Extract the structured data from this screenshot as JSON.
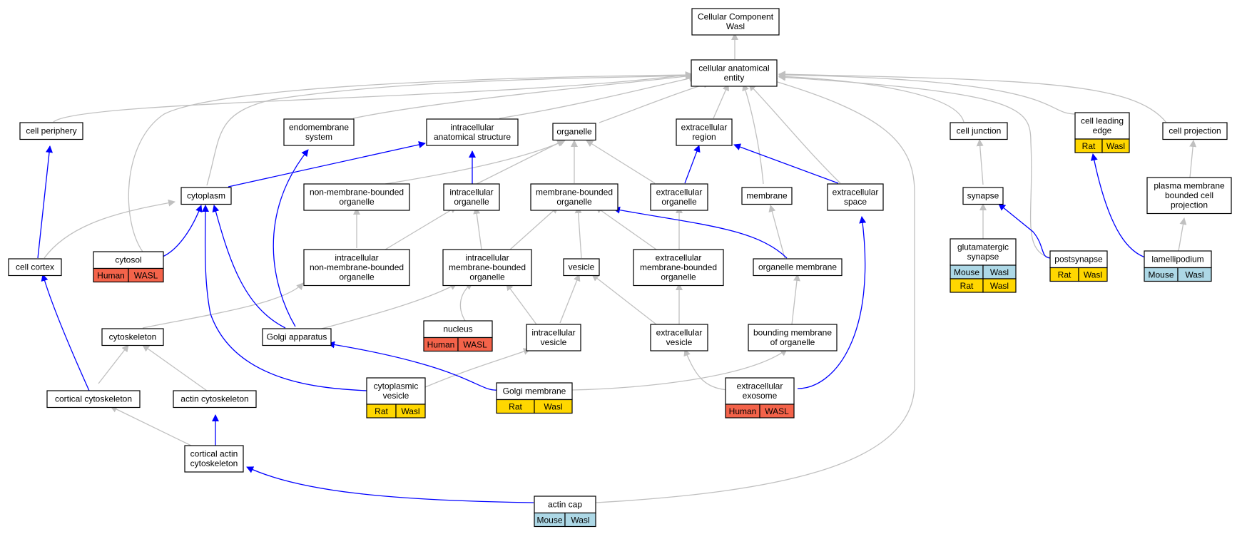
{
  "colors": {
    "grey_edge": "#c0c0c0",
    "blue_edge": "#0000ff",
    "human": "#f4634a",
    "rat": "#ffd700",
    "mouse": "#add8e6"
  },
  "nodes": {
    "root": {
      "lines": [
        "Cellular Component",
        "Wasl"
      ]
    },
    "cae": {
      "lines": [
        "cellular anatomical",
        "entity"
      ]
    },
    "cper": {
      "lines": [
        "cell periphery"
      ]
    },
    "endo": {
      "lines": [
        "endomembrane",
        "system"
      ]
    },
    "ias": {
      "lines": [
        "intracellular",
        "anatomical structure"
      ]
    },
    "org": {
      "lines": [
        "organelle"
      ]
    },
    "exreg": {
      "lines": [
        "extracellular",
        "region"
      ]
    },
    "cjunc": {
      "lines": [
        "cell junction"
      ]
    },
    "cle": {
      "lines": [
        "cell leading",
        "edge"
      ],
      "species": [
        [
          "Rat",
          "rat"
        ],
        [
          "Wasl",
          "rat"
        ]
      ]
    },
    "cproj": {
      "lines": [
        "cell projection"
      ]
    },
    "cyto": {
      "lines": [
        "cytoplasm"
      ]
    },
    "nmbo": {
      "lines": [
        "non-membrane-bounded",
        "organelle"
      ]
    },
    "io": {
      "lines": [
        "intracellular",
        "organelle"
      ]
    },
    "mbo": {
      "lines": [
        "membrane-bounded",
        "organelle"
      ]
    },
    "exo": {
      "lines": [
        "extracellular",
        "organelle"
      ]
    },
    "mem": {
      "lines": [
        "membrane"
      ]
    },
    "exsp": {
      "lines": [
        "extracellular",
        "space"
      ]
    },
    "syn": {
      "lines": [
        "synapse"
      ]
    },
    "pmbcp": {
      "lines": [
        "plasma membrane",
        "bounded cell",
        "projection"
      ]
    },
    "ccor": {
      "lines": [
        "cell cortex"
      ]
    },
    "cytosol": {
      "lines": [
        "cytosol"
      ],
      "species": [
        [
          "Human",
          "human"
        ],
        [
          "WASL",
          "human"
        ]
      ]
    },
    "inmbo": {
      "lines": [
        "intracellular",
        "non-membrane-bounded",
        "organelle"
      ]
    },
    "imbo": {
      "lines": [
        "intracellular",
        "membrane-bounded",
        "organelle"
      ]
    },
    "ves": {
      "lines": [
        "vesicle"
      ]
    },
    "exmbo": {
      "lines": [
        "extracellular",
        "membrane-bounded",
        "organelle"
      ]
    },
    "orgmem": {
      "lines": [
        "organelle membrane"
      ]
    },
    "glut": {
      "lines": [
        "glutamatergic",
        "synapse"
      ],
      "species": [
        [
          "Mouse",
          "mouse"
        ],
        [
          "Wasl",
          "mouse"
        ],
        [
          "Rat",
          "rat"
        ],
        [
          "Wasl",
          "rat"
        ]
      ]
    },
    "postsyn": {
      "lines": [
        "postsynapse"
      ],
      "species": [
        [
          "Rat",
          "rat"
        ],
        [
          "Wasl",
          "rat"
        ]
      ]
    },
    "lamel": {
      "lines": [
        "lamellipodium"
      ],
      "species": [
        [
          "Mouse",
          "mouse"
        ],
        [
          "Wasl",
          "mouse"
        ]
      ]
    },
    "cysk": {
      "lines": [
        "cytoskeleton"
      ]
    },
    "golgi": {
      "lines": [
        "Golgi apparatus"
      ]
    },
    "nuc": {
      "lines": [
        "nucleus"
      ],
      "species": [
        [
          "Human",
          "human"
        ],
        [
          "WASL",
          "human"
        ]
      ]
    },
    "iv": {
      "lines": [
        "intracellular",
        "vesicle"
      ]
    },
    "exv": {
      "lines": [
        "extracellular",
        "vesicle"
      ]
    },
    "bmo": {
      "lines": [
        "bounding membrane",
        "of organelle"
      ]
    },
    "ccsk": {
      "lines": [
        "cortical cytoskeleton"
      ]
    },
    "acsk": {
      "lines": [
        "actin cytoskeleton"
      ]
    },
    "cytves": {
      "lines": [
        "cytoplasmic",
        "vesicle"
      ],
      "species": [
        [
          "Rat",
          "rat"
        ],
        [
          "Wasl",
          "rat"
        ]
      ]
    },
    "gmem": {
      "lines": [
        "Golgi membrane"
      ],
      "species": [
        [
          "Rat",
          "rat"
        ],
        [
          "Wasl",
          "rat"
        ]
      ]
    },
    "exex": {
      "lines": [
        "extracellular",
        "exosome"
      ],
      "species": [
        [
          "Human",
          "human"
        ],
        [
          "WASL",
          "human"
        ]
      ]
    },
    "cacsk": {
      "lines": [
        "cortical actin",
        "cytoskeleton"
      ]
    },
    "acap": {
      "lines": [
        "actin cap"
      ],
      "species": [
        [
          "Mouse",
          "mouse"
        ],
        [
          "Wasl",
          "mouse"
        ]
      ]
    }
  }
}
